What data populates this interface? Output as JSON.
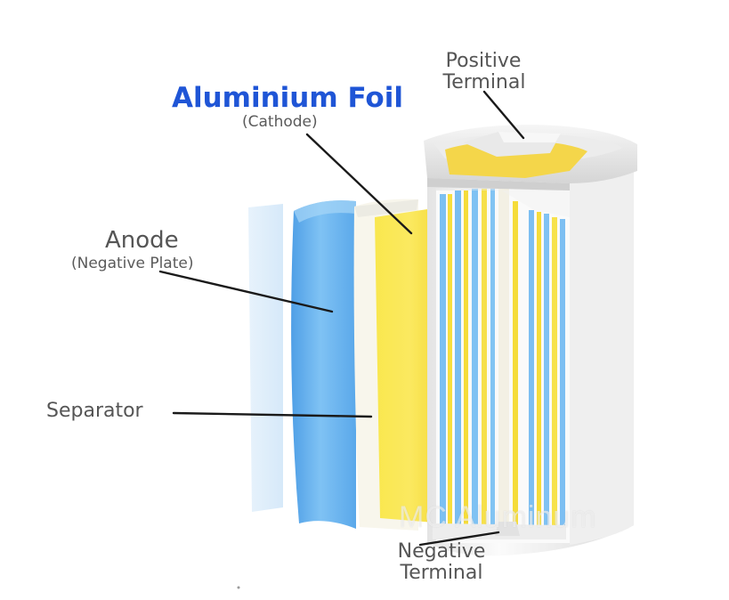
{
  "labels": {
    "aluminium_foil": {
      "title": "Aluminium Foil",
      "subtitle": "(Cathode)"
    },
    "positive_terminal": {
      "line1": "Positive",
      "line2": "Terminal"
    },
    "anode": {
      "title": "Anode",
      "subtitle": "(Negative Plate)"
    },
    "separator": {
      "title": "Separator"
    },
    "negative_terminal": {
      "line1": "Negative",
      "line2": "Terminal"
    }
  },
  "watermark": "MC Aluminum",
  "colors": {
    "label_text": "#555555",
    "foil_title": "#1f55d6",
    "anode_blue": "#6fb6ee",
    "cathode_yellow": "#f7e04a",
    "separator_white": "#f7f5ee",
    "can_white": "#f2f2f2"
  }
}
